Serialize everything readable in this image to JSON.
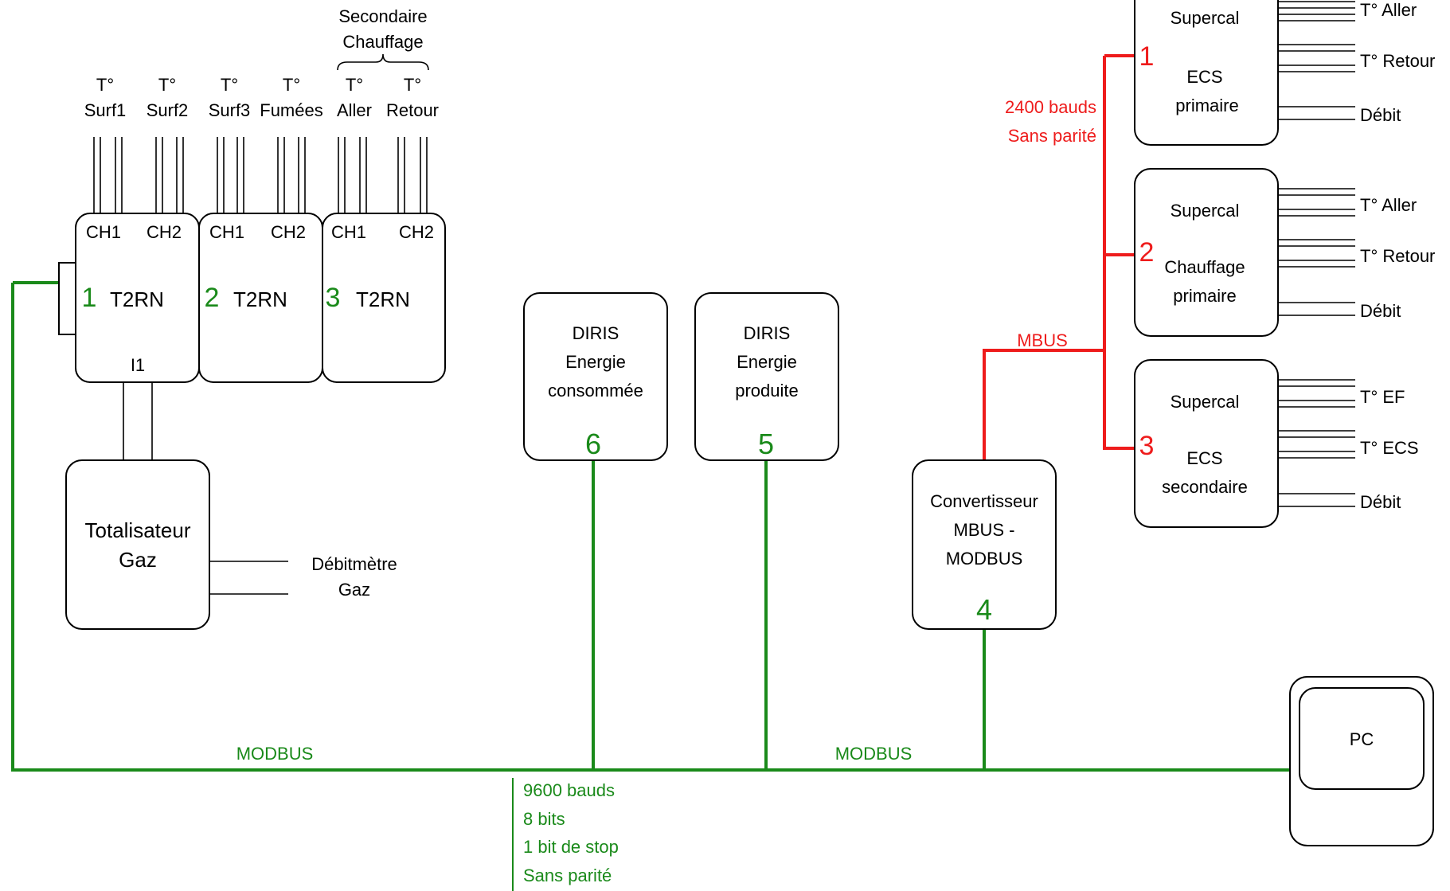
{
  "header": {
    "secondaire": "Secondaire",
    "chauffage": "Chauffage"
  },
  "sensors": [
    {
      "t": "T°",
      "name": "Surf1"
    },
    {
      "t": "T°",
      "name": "Surf2"
    },
    {
      "t": "T°",
      "name": "Surf3"
    },
    {
      "t": "T°",
      "name": "Fumées"
    },
    {
      "t": "T°",
      "name": "Aller"
    },
    {
      "t": "T°",
      "name": "Retour"
    }
  ],
  "t2rn": [
    {
      "num": "1",
      "label": "T2RN",
      "ch1": "CH1",
      "ch2": "CH2",
      "input": "I1"
    },
    {
      "num": "2",
      "label": "T2RN",
      "ch1": "CH1",
      "ch2": "CH2"
    },
    {
      "num": "3",
      "label": "T2RN",
      "ch1": "CH1",
      "ch2": "CH2"
    }
  ],
  "totalisateur": {
    "line1": "Totalisateur",
    "line2": "Gaz"
  },
  "debitmetre": {
    "line1": "Débitmètre",
    "line2": "Gaz"
  },
  "diris": [
    {
      "num": "6",
      "l1": "DIRIS",
      "l2": "Energie",
      "l3": "consommée"
    },
    {
      "num": "5",
      "l1": "DIRIS",
      "l2": "Energie",
      "l3": "produite"
    }
  ],
  "convertisseur": {
    "num": "4",
    "l1": "Convertisseur",
    "l2": "MBUS -",
    "l3": "MODBUS"
  },
  "mbus": {
    "label": "MBUS",
    "baud": "2400 bauds",
    "parity": "Sans parité"
  },
  "supercal": [
    {
      "num": "1",
      "title": "Supercal",
      "l1": "ECS",
      "l2": "primaire",
      "out1": "T° Aller",
      "out2": "T° Retour",
      "out3": "Débit"
    },
    {
      "num": "2",
      "title": "Supercal",
      "l1": "Chauffage",
      "l2": "primaire",
      "out1": "T° Aller",
      "out2": "T° Retour",
      "out3": "Débit"
    },
    {
      "num": "3",
      "title": "Supercal",
      "l1": "ECS",
      "l2": "secondaire",
      "out1": "T° EF",
      "out2": "T° ECS",
      "out3": "Débit"
    }
  ],
  "modbus": {
    "label_left": "MODBUS",
    "label_right": "MODBUS",
    "params": [
      "9600 bauds",
      "8 bits",
      "1 bit de stop",
      "Sans parité"
    ]
  },
  "pc": {
    "label": "PC"
  },
  "colors": {
    "modbus": "#1a8a1a",
    "mbus": "#ee1c1c"
  }
}
